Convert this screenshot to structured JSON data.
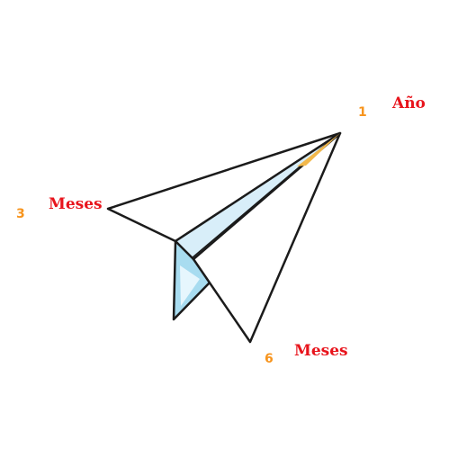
{
  "labels": {
    "top": {
      "number": "1",
      "word": "Año"
    },
    "left": {
      "number": "3",
      "word": "Meses"
    },
    "bottom": {
      "number": "6",
      "word": "Meses"
    }
  },
  "colors": {
    "number": "#f7941d",
    "word": "#e8141c",
    "outline": "#1b1b1b",
    "paper": "#ffffff",
    "fold_light": "#d8eef9",
    "fold_dark": "#a8dcf0",
    "tip_accent": "#f2b84b"
  }
}
